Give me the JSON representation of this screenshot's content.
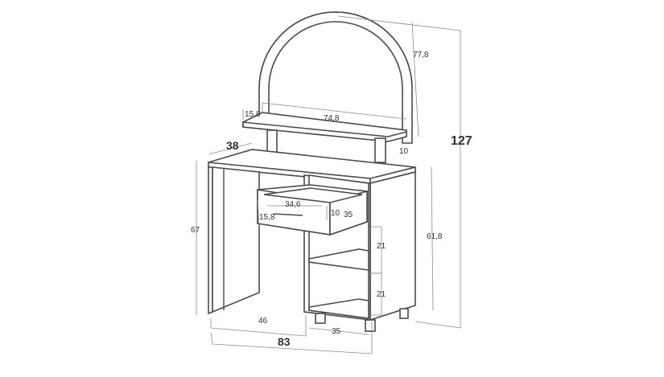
{
  "dimensions": {
    "mirror_height": "77,8",
    "total_height": "127",
    "shelf_depth": "15,8",
    "shelf_width": "74,8",
    "shelf_height": "10",
    "depth": "38",
    "desk_height": "67",
    "cabinet_height": "61,8",
    "drawer_width": "34,6",
    "drawer_height": "15,8",
    "drawer_inner_height": "10",
    "drawer_depth": "35",
    "compartment_upper": "21",
    "compartment_lower": "21",
    "knee_width": "46",
    "cabinet_width": "35",
    "total_width": "83"
  }
}
